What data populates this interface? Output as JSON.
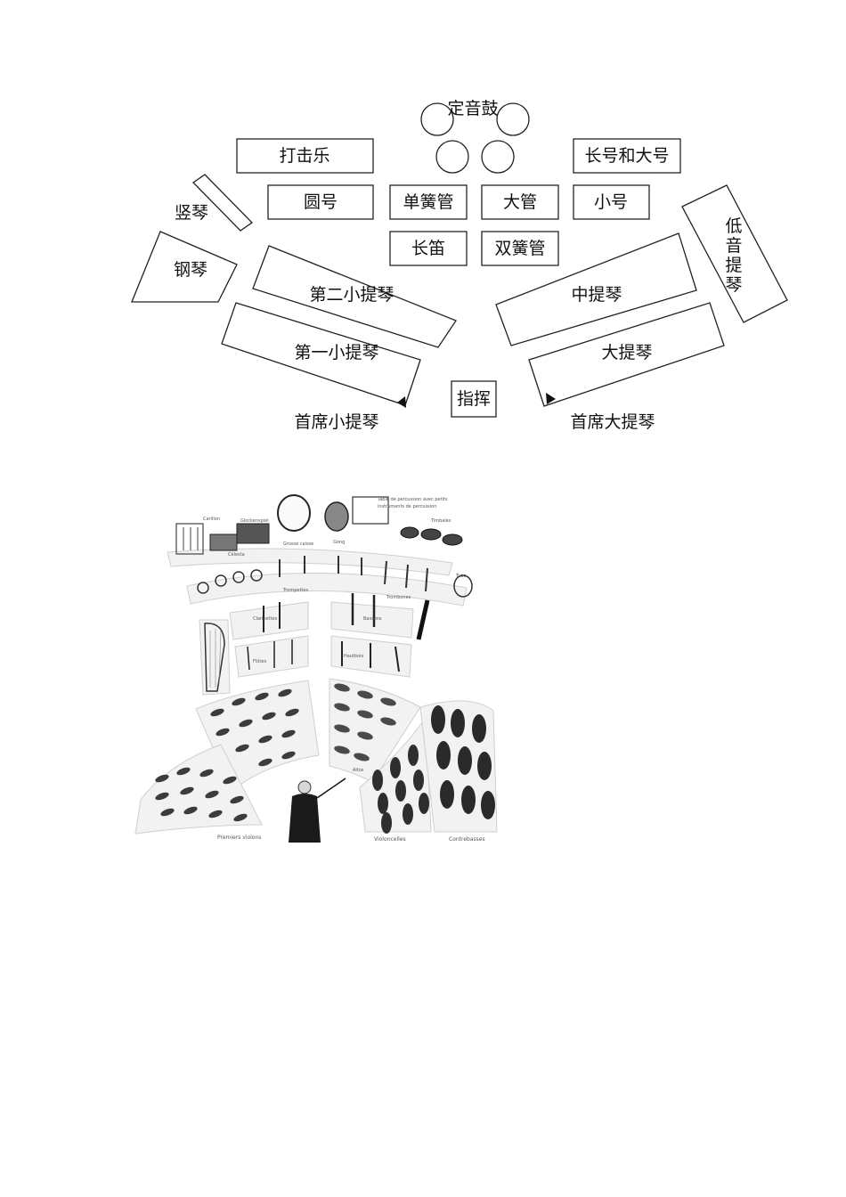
{
  "seating_chart": {
    "timpani": "定音鼓",
    "percussion": "打击乐",
    "trombone_tuba": "长号和大号",
    "harp": "竖琴",
    "french_horn": "圆号",
    "clarinet": "单簧管",
    "bassoon": "大管",
    "trumpet": "小号",
    "double_bass_chars": [
      "低",
      "音",
      "提",
      "琴"
    ],
    "piano": "钢琴",
    "flute": "长笛",
    "oboe": "双簧管",
    "second_violin": "第二小提琴",
    "viola": "中提琴",
    "first_violin": "第一小提琴",
    "cello": "大提琴",
    "conductor": "指挥",
    "concertmaster": "首席小提琴",
    "principal_cello": "首席大提琴"
  },
  "illustration": {
    "table_note_1": "Table de percussion avec petits",
    "table_note_2": "instruments de percussion",
    "timbales": "Timbales",
    "carillon": "Carillon",
    "glockenspiel": "Glockenspiel",
    "celesta": "Célesta",
    "grosse_caisse": "Grosse caisse",
    "gong": "Gong",
    "trompettes": "Trompettes",
    "trombones": "Trombones",
    "tuba": "Tuba",
    "clarinettes": "Clarinettes",
    "bassons": "Bassons",
    "flutes": "Flûtes",
    "hautbois": "Hautbois",
    "altos": "Altos",
    "premiers_violons": "Premiers violons",
    "violoncelles": "Violoncelles",
    "contrebasses": "Contrebasses"
  }
}
